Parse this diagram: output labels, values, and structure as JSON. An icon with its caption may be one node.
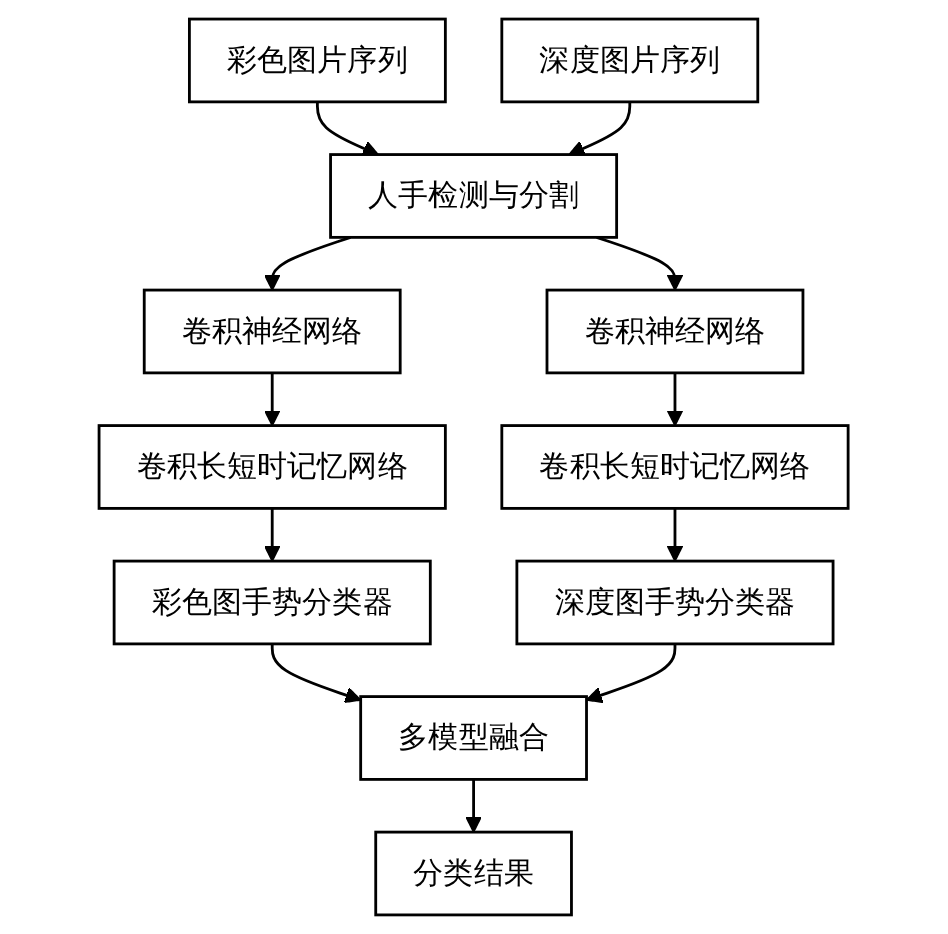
{
  "diagram": {
    "nodes": [
      {
        "text": [
          "彩色图片序列"
        ]
      },
      {
        "text": [
          "深度图片序列"
        ]
      },
      {
        "text": [
          "人手检测与分割"
        ]
      },
      {
        "text": [
          "卷积神经网络"
        ]
      },
      {
        "text": [
          "卷积神经网络"
        ]
      },
      {
        "text": [
          "卷积长短时记忆网络"
        ]
      },
      {
        "text": [
          "卷积长短时记忆网络"
        ]
      },
      {
        "text": [
          "彩色图手势分类器"
        ]
      },
      {
        "text": [
          "深度图手势分类器"
        ]
      },
      {
        "text": [
          "多模型融合"
        ]
      },
      {
        "text": [
          "分类结果"
        ]
      }
    ],
    "edges": [
      {
        "from": 0,
        "to": 2,
        "arrow": "to"
      },
      {
        "from": 1,
        "to": 2,
        "arrow": "to"
      },
      {
        "from": 2,
        "to": 3,
        "arrow": "to"
      },
      {
        "from": 2,
        "to": 4,
        "arrow": "to"
      },
      {
        "from": 3,
        "to": 5,
        "arrow": "to"
      },
      {
        "from": 4,
        "to": 6,
        "arrow": "to"
      },
      {
        "from": 5,
        "to": 7,
        "arrow": "to"
      },
      {
        "from": 6,
        "to": 8,
        "arrow": "to"
      },
      {
        "from": 7,
        "to": 9,
        "arrow": "to"
      },
      {
        "from": 8,
        "to": 9,
        "arrow": "to"
      },
      {
        "from": 9,
        "to": 10,
        "arrow": "to"
      }
    ]
  }
}
